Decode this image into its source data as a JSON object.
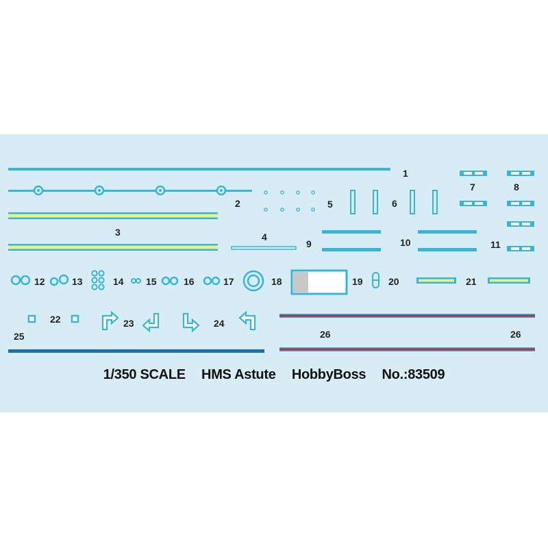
{
  "sheet": {
    "decal_numbers": {
      "n1": "1",
      "n2": "2",
      "n3": "3",
      "n4": "4",
      "n5": "5",
      "n6": "6",
      "n7": "7",
      "n8": "8",
      "n9": "9",
      "n10": "10",
      "n11": "11",
      "n12": "12",
      "n13": "13",
      "n14": "14",
      "n15": "15",
      "n16": "16",
      "n17": "17",
      "n18": "18",
      "n19": "19",
      "n20": "20",
      "n21": "21",
      "n22": "22",
      "n23": "23",
      "n24": "24",
      "n25": "25",
      "n26a": "26",
      "n26b": "26"
    },
    "footer": {
      "scale": "1/350 SCALE",
      "model": "HMS Astute",
      "brand": "HobbyBoss",
      "item_no": "No.:83509"
    },
    "colors": {
      "background": "#d8ecf6",
      "decal_blue": "#38b4d8",
      "decal_dark_blue": "#1e6fa8",
      "decal_yellow": "#e8f088",
      "decal_red": "#b0304a",
      "decal_grey": "#c8c8c8"
    }
  }
}
